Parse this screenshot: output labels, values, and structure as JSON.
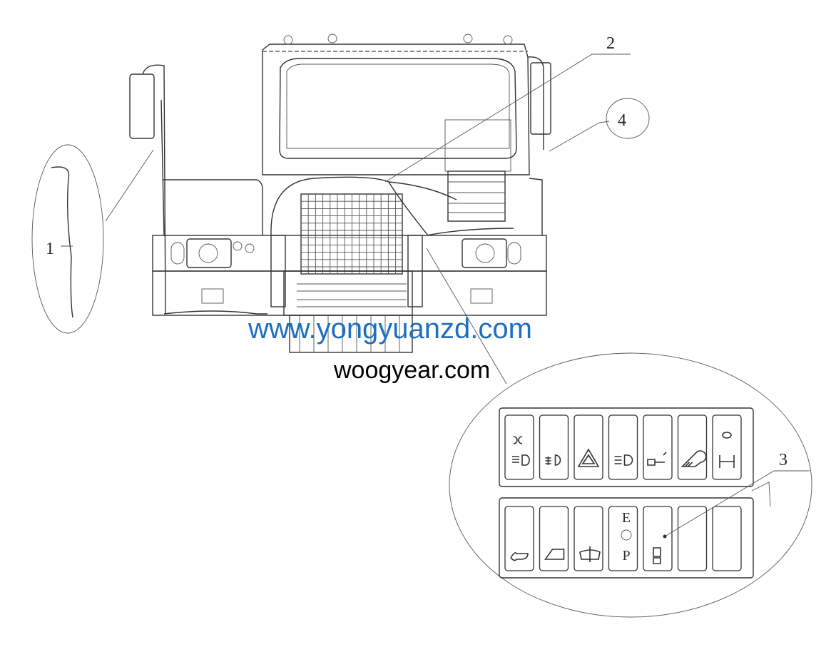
{
  "callouts": {
    "label_1": "1",
    "label_2": "2",
    "label_3": "3",
    "label_4": "4"
  },
  "switch_panel": {
    "top_row_icons": [
      "high-low-beam-icon",
      "fog-light-icon",
      "hazard-warning-icon",
      "low-beam-icon",
      "tow-truck-icon",
      "work-light-icon",
      "axle-lock-icon"
    ],
    "bottom_row_icons": [
      "horn-icon",
      "window-icon",
      "wiper-icon",
      "eop-switch-icon",
      "rocker-switch-icon",
      "blank-switch-icon",
      "blank-switch-icon"
    ],
    "eop_letters": {
      "top": "E",
      "bottom": "P"
    }
  },
  "watermarks": {
    "blue": "www.yongyuanzd.com",
    "black": "woogyear.com"
  },
  "colors": {
    "line": "#333333",
    "watermark_blue": "#1e6fc0"
  }
}
